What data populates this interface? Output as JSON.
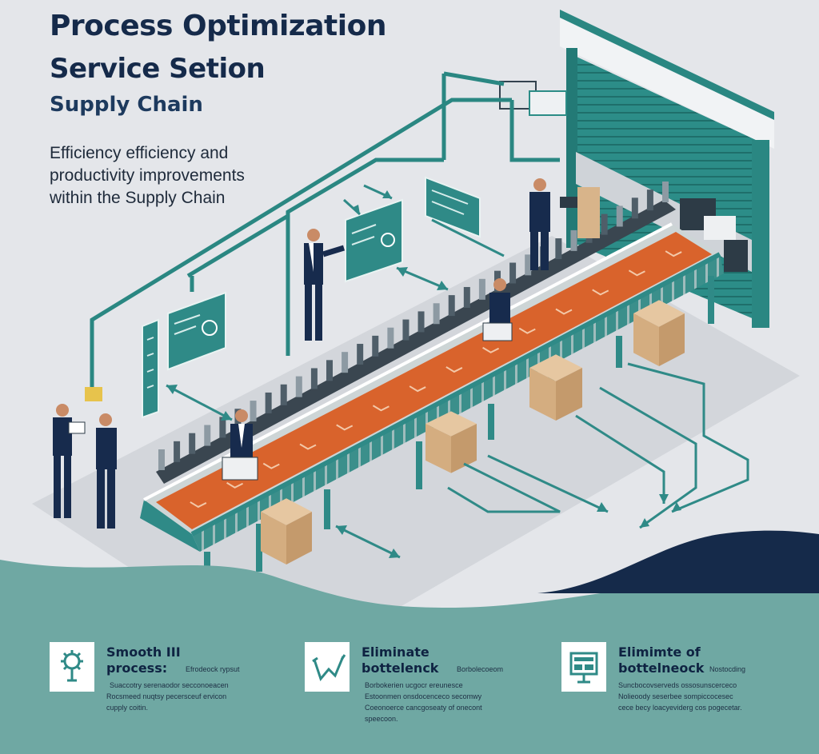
{
  "header": {
    "title_line1": "Process Optimization",
    "title_line2": "Service Setion",
    "subtitle": "Supply Chain"
  },
  "intro": {
    "text": "Efficiency efficiency and productivity improvements within the Supply Chain"
  },
  "features": [
    {
      "title": "Smooth    III process:",
      "aside": "Efrodeock rypsut",
      "body": [
        "Suaccotry serenaodor secconoeacen",
        "Rocsmeed nuqtsy pecersceuf ervicon",
        "cupply coitin."
      ],
      "icon": "gear-flow-icon"
    },
    {
      "title": "Eliminate bottelenck",
      "aside": "Borbolecoeom",
      "body": [
        "Borbokerien ucgocr ereunesce",
        "Estoonmen onsdocenceco secomwy",
        "Coeonoerce cancgoseaty of onecont",
        "speecoon."
      ],
      "icon": "chart-check-icon"
    },
    {
      "title": "Elimimte of bottelneock",
      "aside": "Nostocding",
      "body": [
        "Suncbocovserveds ossosunscerceco",
        "Nolieoody seserbee sompiccocesec",
        "cece becy loacyeviderg cos pogecetar."
      ],
      "icon": "dashboard-icon"
    }
  ],
  "colors": {
    "navy": "#152a4a",
    "teal": "#2f8a87",
    "belt": "#d9632c",
    "box": "#d8b48a",
    "band": "#6fa8a3",
    "bg": "#e4e6ea"
  }
}
